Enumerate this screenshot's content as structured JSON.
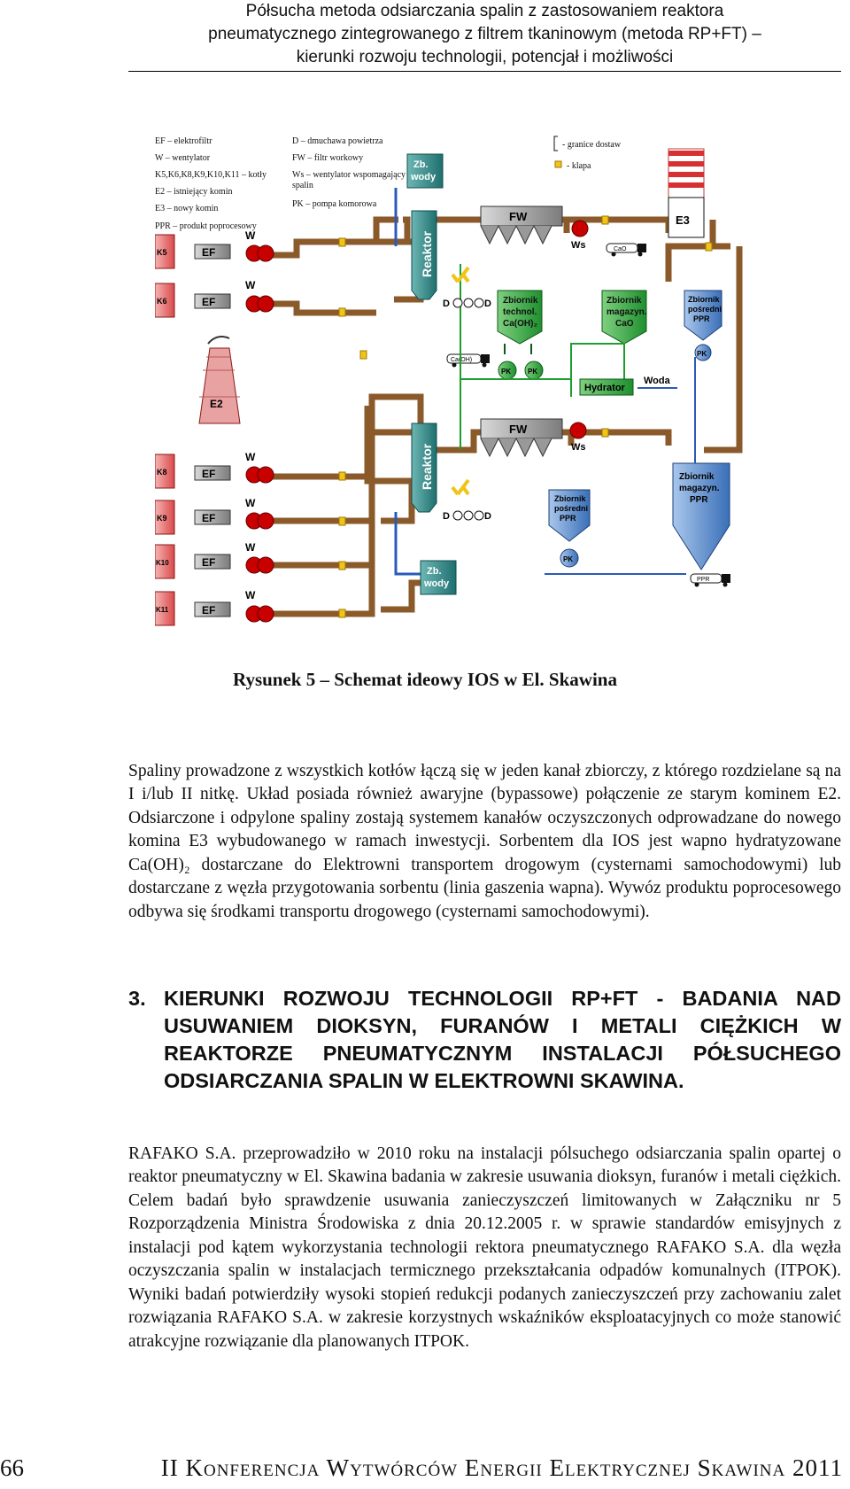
{
  "header": {
    "line1": "Półsucha metoda odsiarczania spalin z zastosowaniem reaktora",
    "line2": "pneumatycznego zintegrowanego z filtrem tkaninowym (metoda RP+FT) –",
    "line3": "kierunki rozwoju technologii, potencjał i możliwości"
  },
  "figure": {
    "legend_left": [
      "EF – elektrofiltr",
      "W – wentylator",
      "K5,K6,K8,K9,K10,K11 – kotły",
      "E2 – istniejący komin",
      "E3 – nowy komin",
      "PPR – produkt poprocesowy"
    ],
    "legend_mid": [
      "D – dmuchawa powietrza",
      "FW – filtr workowy",
      "Ws – wentylator wspomagający",
      "spalin",
      "PK – pompa komorowa"
    ],
    "legend_right": [
      "- granice dostaw",
      "- klapa"
    ],
    "boilers": [
      "K5",
      "K6",
      "K8",
      "K9",
      "K10",
      "K11"
    ],
    "ef": "EF",
    "w": "W",
    "ws": "Ws",
    "e2": "E2",
    "e3": "E3",
    "zb_wody": [
      "Zb.",
      "wody"
    ],
    "reaktor": "Reaktor",
    "fw": "FW",
    "d": "D",
    "cao_truck": "CaO",
    "caoh_truck": "Ca(OH)",
    "ppr_truck": "PPR",
    "zb_techn": [
      "Zbiornik",
      "technol.",
      "Ca(OH)₂"
    ],
    "zb_mag_cao": [
      "Zbiornik",
      "magazyn.",
      "CaO"
    ],
    "zb_posr_ppr": [
      "Zbiornik",
      "pośredni",
      "PPR"
    ],
    "zb_mag_ppr": [
      "Zbiornik",
      "magazyn.",
      "PPR"
    ],
    "pk": "PK",
    "hydrator": "Hydrator",
    "woda": "Woda"
  },
  "caption": "Rysunek 5 – Schemat ideowy IOS w El. Skawina",
  "paragraph1": "Spaliny prowadzone z wszystkich kotłów łączą się w jeden kanał zbiorczy, z którego rozdzielane są na I i/lub II nitkę. Układ posiada również awaryjne (bypassowe) połączenie ze starym kominem E2. Odsiarczone i odpylone spaliny zostają systemem kanałów oczyszczonych odprowadzane do nowego komina E3 wybudowanego w ramach inwestycji. Sorbentem dla IOS jest wapno hydratyzowane Ca(OH)₂ dostarczane do Elektrowni transportem drogowym (cysternami samochodowymi) lub dostarczane z węzła przygotowania sorbentu (linia gaszenia wapna). Wywóz produktu poprocesowego odbywa się środkami transportu drogowego (cysternami samochodowymi).",
  "section": {
    "number": "3.",
    "title": "KIERUNKI ROZWOJU TECHNOLOGII RP+FT - BADANIA NAD USUWANIEM DIOKSYN, FURANÓW I METALI CIĘŻKICH W REAKTORZE PNEUMATYCZNYM INSTALACJI PÓŁSUCHEGO ODSIARCZANIA SPALIN W ELEKTROWNI SKAWINA."
  },
  "paragraph2": "RAFAKO S.A. przeprowadziło w 2010 roku na instalacji pólsuchego odsiarczania spalin opartej o reaktor pneumatyczny w El. Skawina badania w zakresie usuwania dioksyn, furanów i metali ciężkich. Celem badań było sprawdzenie usuwania zanieczyszczeń limitowanych w Załączniku nr 5 Rozporządzenia Ministra Środowiska z dnia 20.12.2005 r. w sprawie standardów emisyjnych z instalacji pod kątem wykorzystania technologii rektora pneumatycznego RAFAKO S.A. dla węzła oczyszczania spalin w instalacjach termicznego przekształcania odpadów komunalnych (ITPOK). Wyniki badań potwierdziły wysoki stopień redukcji podanych zanieczyszczeń przy zachowaniu zalet rozwiązania RAFAKO S.A. w zakresie korzystnych wskaźników eksploatacyjnych co może stanowić atrakcyjne rozwiązanie dla planowanych ITPOK.",
  "footer": {
    "page": "66",
    "conference": "II Konferencja Wytwórców Energii Elektrycznej Skawina 2011"
  }
}
